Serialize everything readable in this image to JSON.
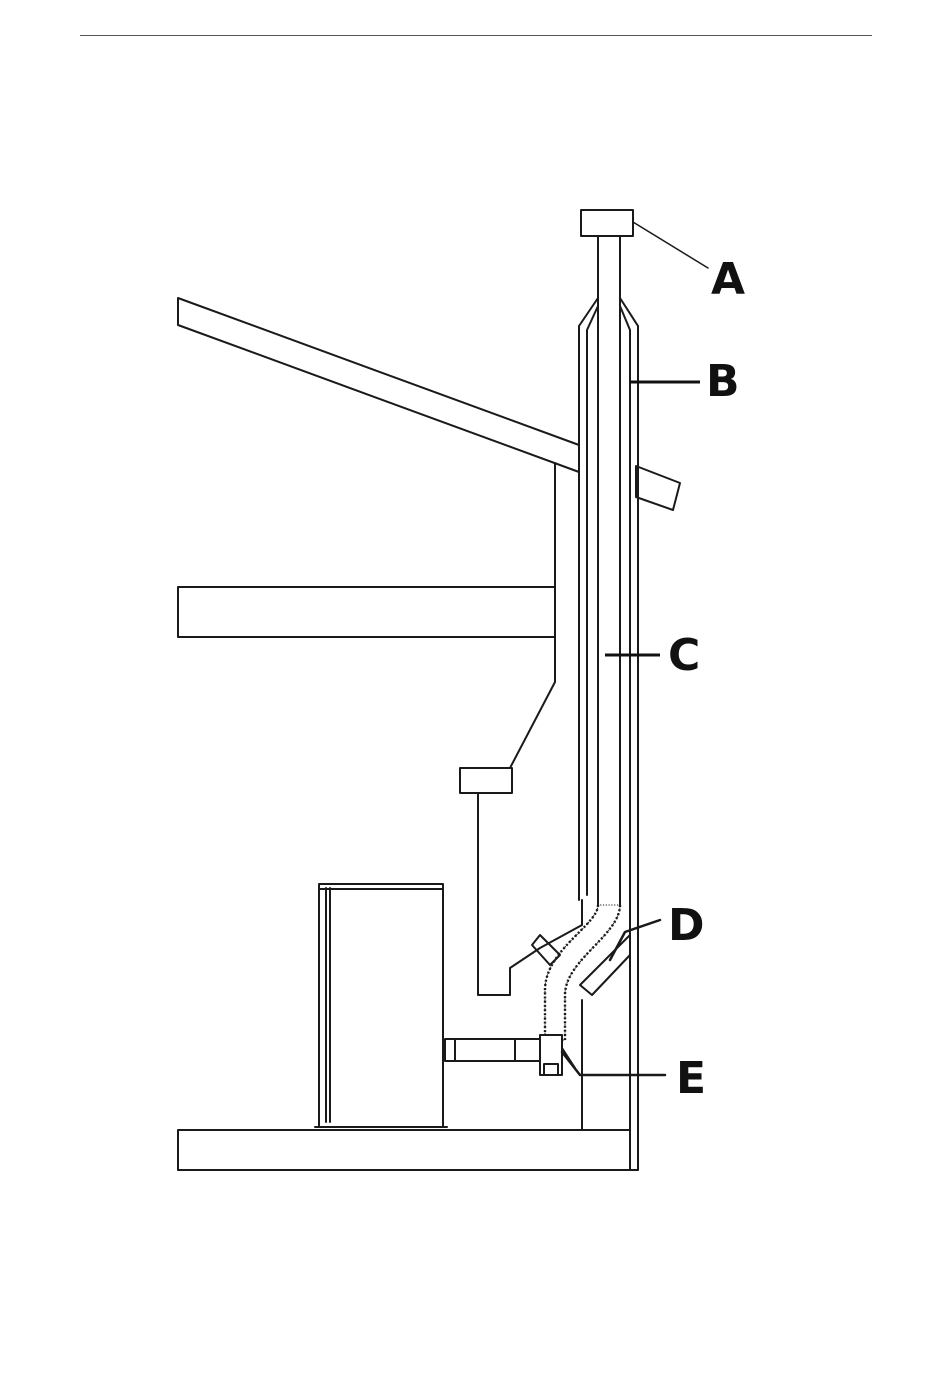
{
  "labels": {
    "A": "A",
    "B": "B",
    "C": "C",
    "D": "D",
    "E": "E"
  },
  "colors": {
    "stroke": "#1a1a1a",
    "background": "#ffffff"
  }
}
